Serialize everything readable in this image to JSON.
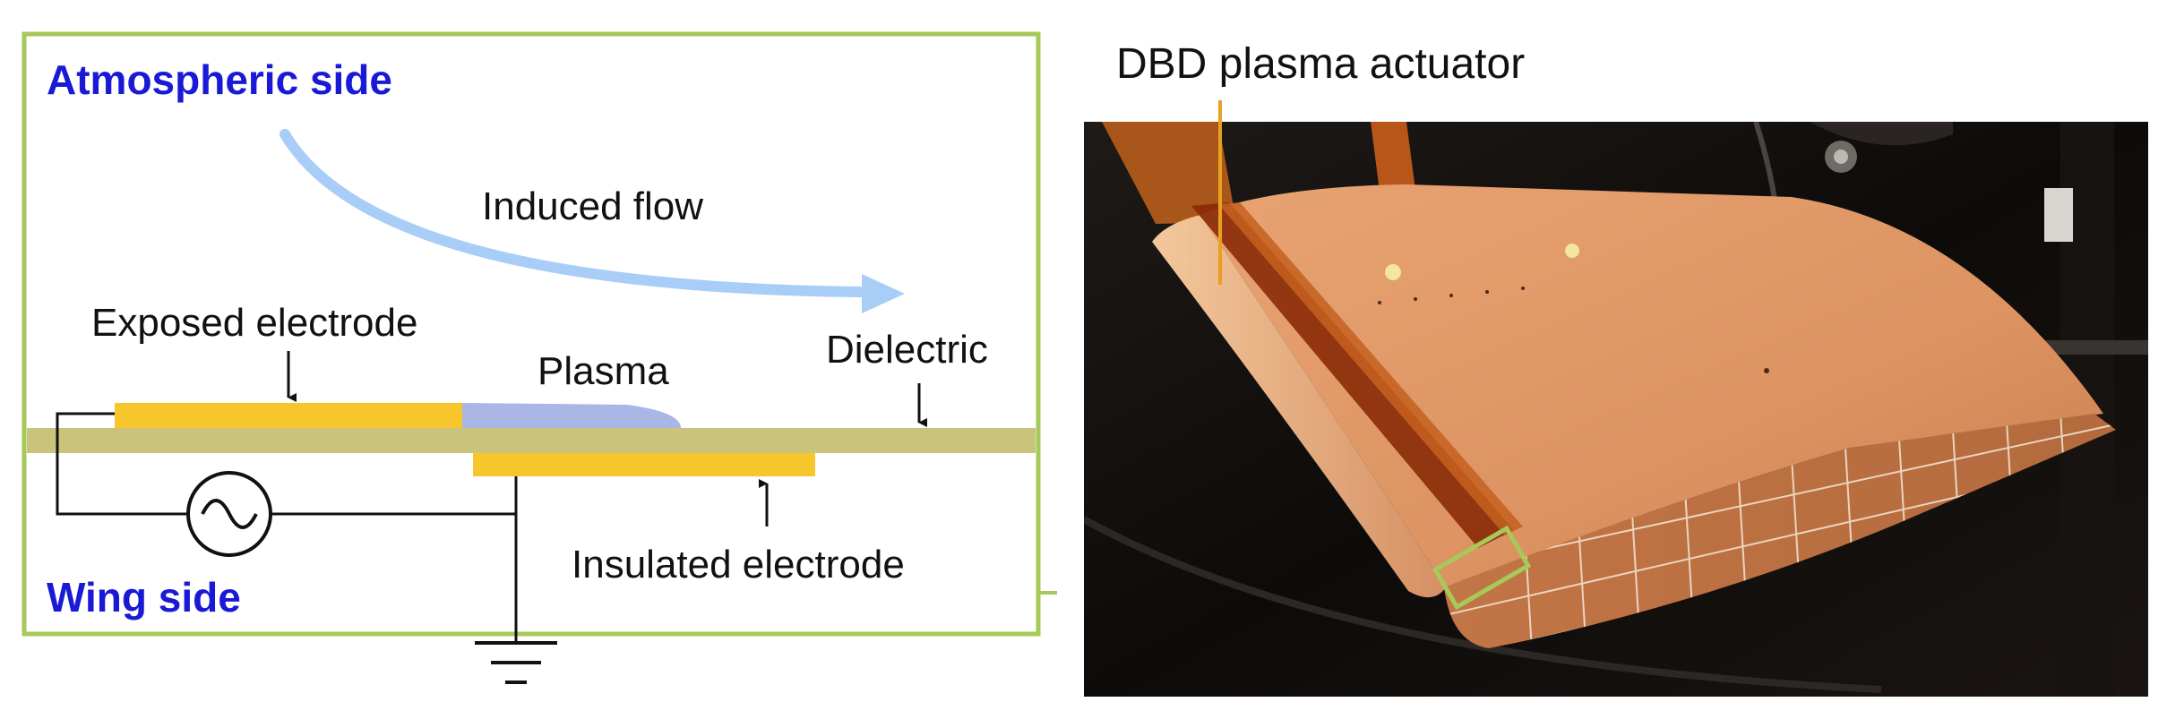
{
  "diagram": {
    "atmospheric_side": "Atmospheric side",
    "wing_side": "Wing side",
    "induced_flow": "Induced flow",
    "exposed_electrode": "Exposed electrode",
    "plasma": "Plasma",
    "dielectric": "Dielectric",
    "insulated_electrode": "Insulated electrode"
  },
  "photo": {
    "caption": "DBD plasma actuator"
  },
  "colors": {
    "frame": "#a6c95a",
    "electrode": "#f7c62d",
    "dielectric": "#c9c47a",
    "plasma": "#a9b6e6",
    "flow_arrow": "#a8cdf6",
    "title_blue": "#1a1ad6",
    "leader": "#e8a020"
  },
  "icons": {
    "ac_source": "ac-source-icon",
    "ground": "ground-icon"
  }
}
